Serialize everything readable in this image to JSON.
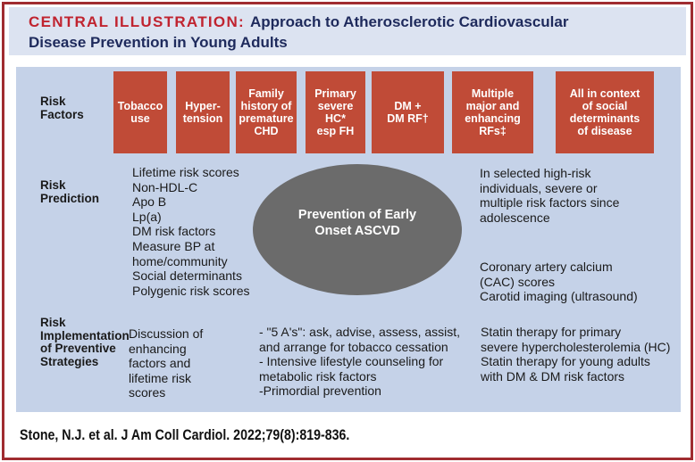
{
  "colors": {
    "border_red": "#a02c30",
    "title_red": "#c0232f",
    "title_navy": "#1e2a5c",
    "header_bg": "#dce3f1",
    "panel_bg": "#c5d2e8",
    "box_red": "#c04b37",
    "box_text": "#ffffff",
    "ellipse_gray": "#6b6b6b",
    "body_text": "#1a1a1a",
    "footer_text": "#111111",
    "page_bg": "#ffffff"
  },
  "header": {
    "prefix": "CENTRAL ILLUSTRATION:",
    "title_line1": "Approach to Atherosclerotic Cardiovascular",
    "title_line2": "Disease Prevention in Young Adults"
  },
  "rows": {
    "risk_factors": {
      "label": "Risk\nFactors",
      "boxes": [
        {
          "text": "Tobacco\nuse"
        },
        {
          "text": "Hyper-\ntension"
        },
        {
          "text": "Family\nhistory of\npremature\nCHD"
        },
        {
          "text": "Primary\nsevere\nHC*\nesp FH"
        },
        {
          "text": "DM +\nDM RF†"
        },
        {
          "text": "Multiple\nmajor and\nenhancing\nRFs‡"
        },
        {
          "text": "All in context\nof social\ndeterminants\nof disease"
        }
      ]
    },
    "risk_prediction": {
      "label": "Risk\nPrediction",
      "left_list": "Lifetime risk scores\nNon-HDL-C\nApo B\nLp(a)\nDM risk factors\nMeasure BP at\nhome/community\nSocial determinants\nPolygenic risk scores",
      "right_top": "In selected high-risk\nindividuals, severe or\nmultiple risk factors since\nadolescence",
      "right_bottom": "Coronary artery calcium\n(CAC) scores\nCarotid imaging (ultrasound)"
    },
    "risk_implementation": {
      "label": "Risk\nImplementation\nof Preventive\nStrategies",
      "col1": "Discussion of\nenhancing\nfactors and\nlifetime risk\nscores",
      "col2": "- \"5 A's\": ask, advise, assess, assist,\nand arrange for tobacco cessation\n- Intensive lifestyle counseling for\nmetabolic risk factors\n-Primordial prevention",
      "col3": "Statin therapy for primary\nsevere hypercholesterolemia (HC)\nStatin therapy for young adults\nwith DM & DM risk factors"
    }
  },
  "ellipse": {
    "text": "Prevention of Early\nOnset ASCVD"
  },
  "footer": {
    "citation": "Stone, N.J. et al. J Am Coll Cardiol. 2022;79(8):819-836."
  }
}
